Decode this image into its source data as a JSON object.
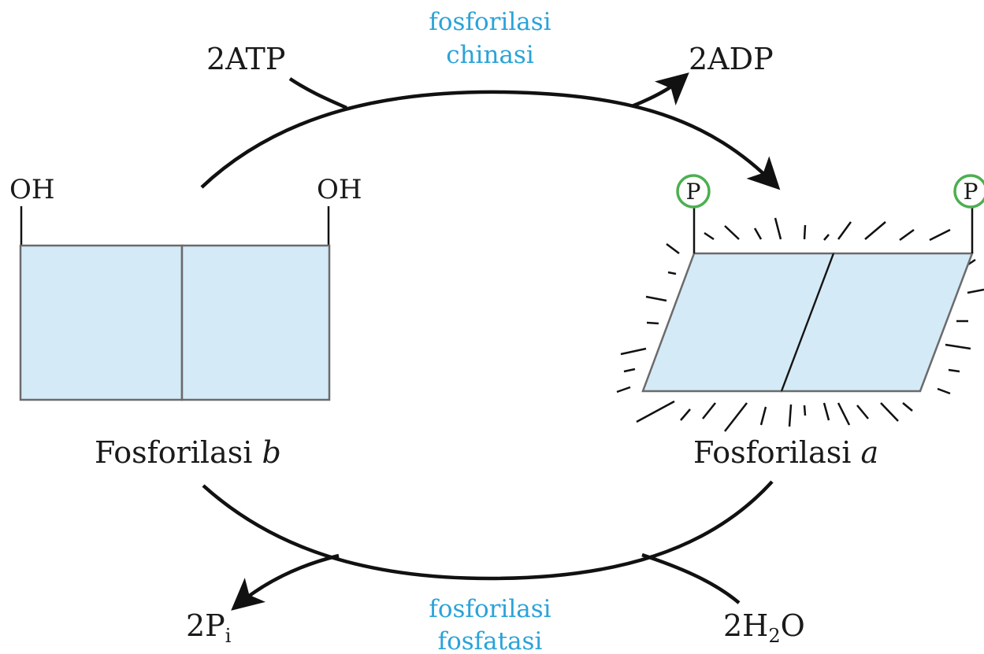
{
  "colors": {
    "enzyme_text": "#2aa3d8",
    "protein_fill": "#d4eaf7",
    "protein_stroke": "#6b6b6b",
    "phosphate_ring": "#4caf50",
    "arrow": "#111111"
  },
  "top": {
    "enzyme_line1": "fosforilasi",
    "enzyme_line2": "chinasi",
    "input": "2ATP",
    "output": "2ADP"
  },
  "bottom": {
    "enzyme_line1": "fosforilasi",
    "enzyme_line2": "fosfatasi",
    "output_main": "2P",
    "output_sub": "i",
    "input_main": "2H",
    "input_sub": "2",
    "input_tail": "O"
  },
  "left_protein": {
    "label_main": "Fosforilasi ",
    "label_ital": "b",
    "group_left": "OH",
    "group_right": "OH"
  },
  "right_protein": {
    "label_main": "Fosforilasi ",
    "label_ital": "a",
    "group_symbol": "P"
  }
}
